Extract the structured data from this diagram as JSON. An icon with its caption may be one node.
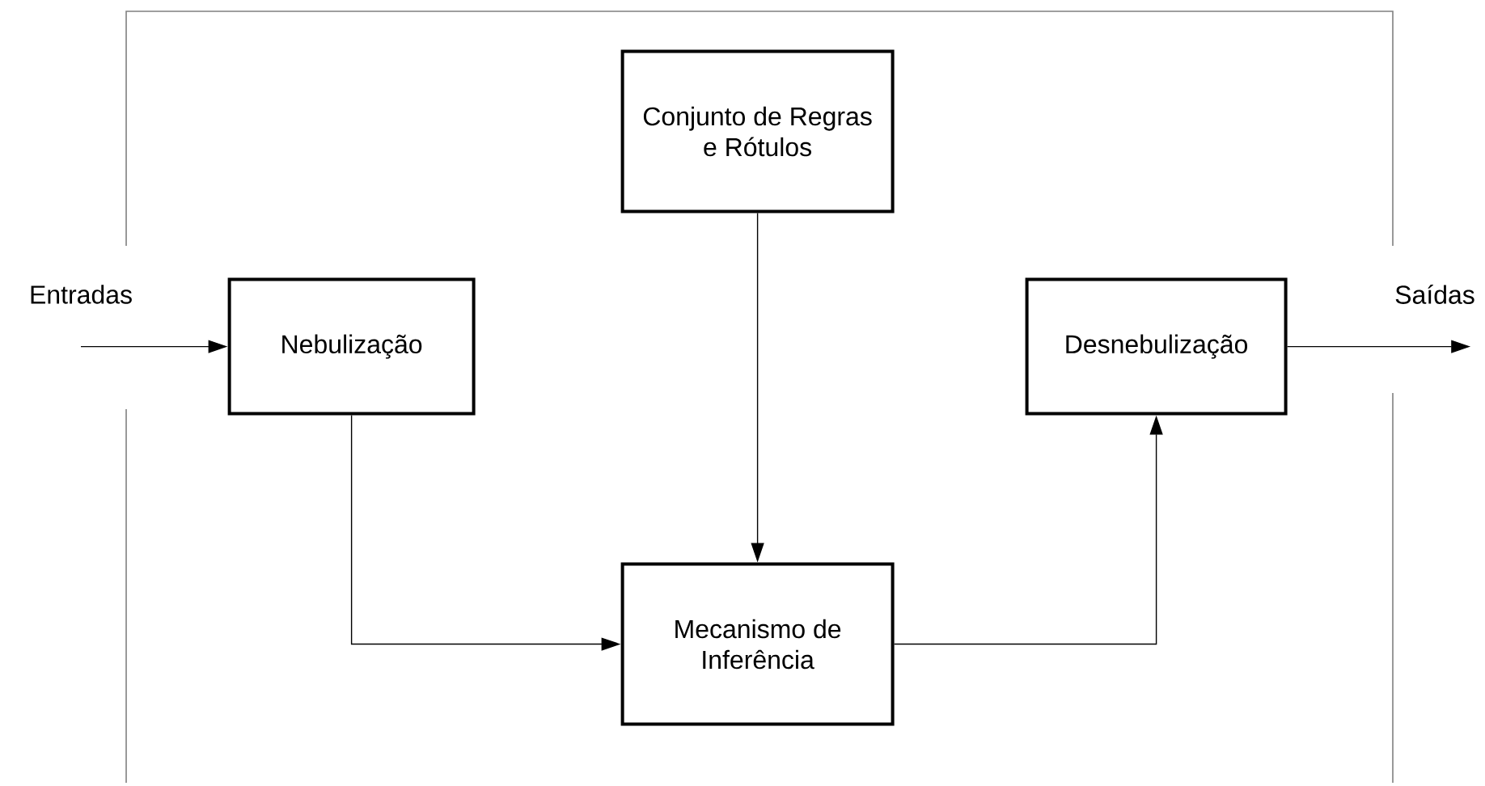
{
  "diagram": {
    "nodes": [
      {
        "text": [],
        "shape": "box"
      },
      {
        "text": [
          "Conjunto de Regras e Rótulos"
        ],
        "in": 0
      },
      {
        "text": [
          "Entradas"
        ]
      },
      {
        "text": [
          "Nebulização"
        ],
        "in": 0
      },
      {
        "text": [
          "Desnebulização"
        ],
        "in": 0
      },
      {
        "text": [
          "Saídas"
        ]
      },
      {
        "text": [
          "Mecanismo de Inferência"
        ],
        "in": 0
      }
    ],
    "edges": [
      {
        "from": 2,
        "to": 3,
        "arrow": "to"
      },
      {
        "from": 1,
        "to": 6,
        "arrow": "to"
      },
      {
        "from": 3,
        "to": 6,
        "arrow": "to"
      },
      {
        "from": 6,
        "to": 4,
        "arrow": "to"
      },
      {
        "from": 4,
        "to": 5,
        "arrow": "to"
      }
    ]
  }
}
